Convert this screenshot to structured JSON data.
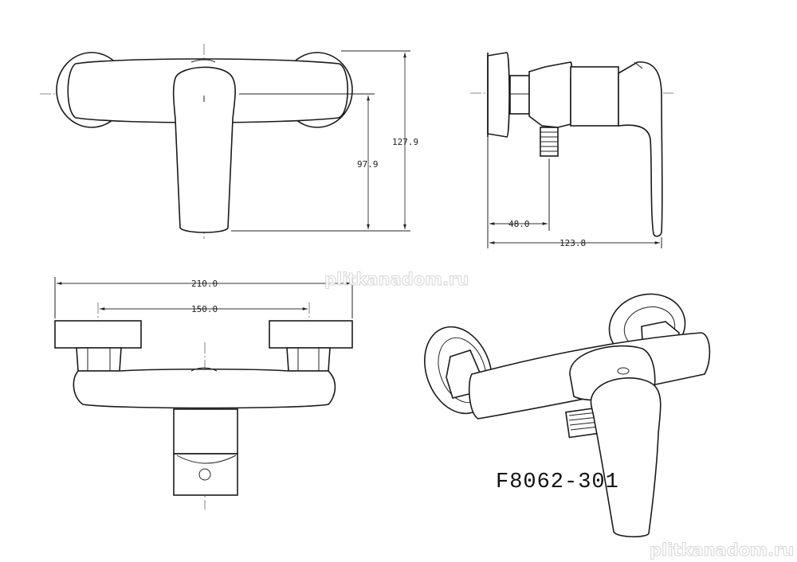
{
  "dimensions": {
    "front_total_height": "127.9",
    "front_handle_height": "97.9",
    "side_outlet_offset": "48.0",
    "side_depth": "123.8",
    "top_total_width": "210.0",
    "top_center_distance": "150.0"
  },
  "model_code": "F8062-301",
  "watermarks": {
    "middle": "plitkanadom.ru",
    "bottom_right": "plitkanadom.ru"
  }
}
